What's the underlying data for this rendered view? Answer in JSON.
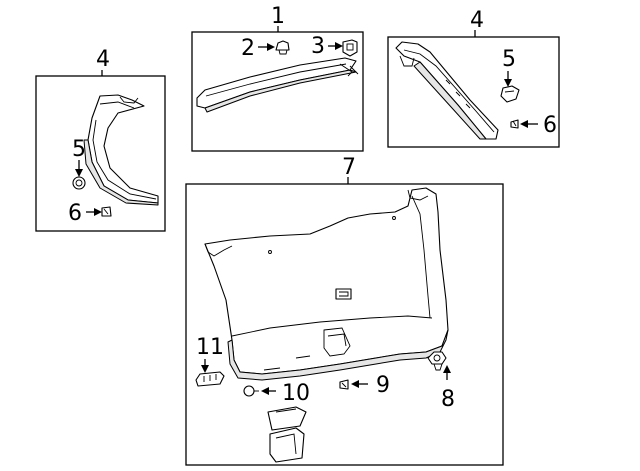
{
  "diagram": {
    "callouts": {
      "group1": "1",
      "part2": "2",
      "part3": "3",
      "group4_right": "4",
      "part5_right": "5",
      "part6_right": "6",
      "group4_left": "4",
      "part5_left": "5",
      "part6_left": "6",
      "group7": "7",
      "part11": "11",
      "part10": "10",
      "part9": "9",
      "part8": "8"
    }
  }
}
